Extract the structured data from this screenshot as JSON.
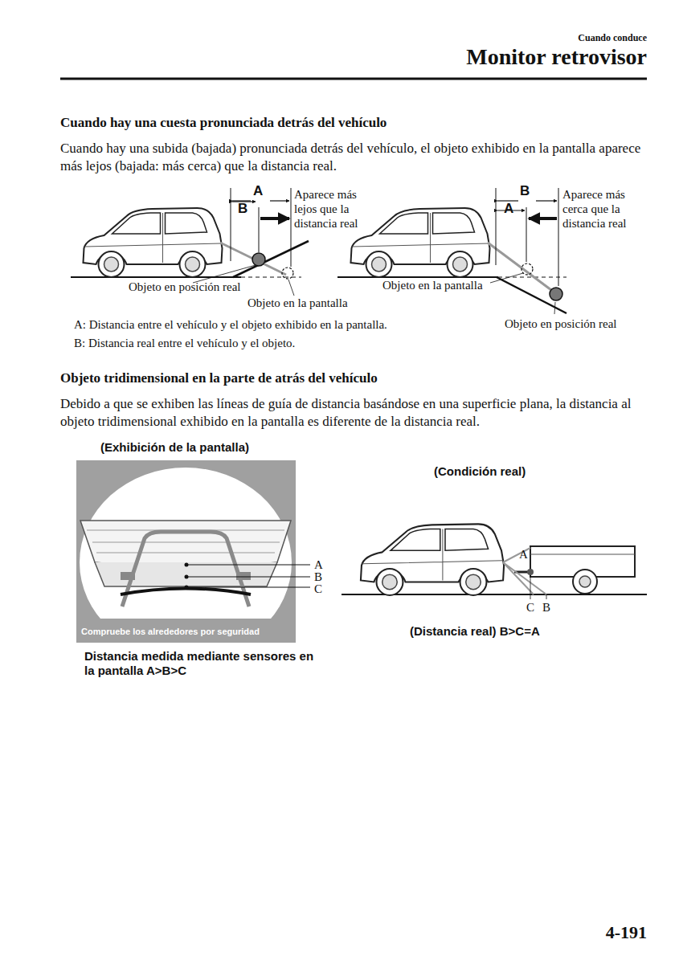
{
  "diagram": {
    "title": "Monitor retrovisor",
    "nodes": [
      {
        "text": [
          "Compruebe los alrededores por seguridad"
        ]
      }
    ],
    "labels": [
      "Cuando conduce",
      "Cuando hay una cuesta pronunciada detrás del vehículo",
      "Cuando hay una subida (bajada) pronunciada detrás del vehículo, el objeto exhibido en la pantalla aparece más lejos (bajada: más cerca) que la distancia real.",
      "A",
      "B",
      "Aparece más lejos que la distancia real",
      "Objeto en posición real",
      "Objeto en la pantalla",
      "B",
      "A",
      "Aparece más cerca que la distancia real",
      "Objeto en la pantalla",
      "Objeto en posición real",
      "A: Distancia entre el vehículo y el objeto exhibido en la pantalla.",
      "B: Distancia real entre el vehículo y el objeto.",
      "Objeto tridimensional en la parte de atrás del vehículo",
      "Debido a que se exhiben las líneas de guía de distancia basándose en una superficie plana, la distancia al objeto tridimensional exhibido en la pantalla es diferente de la distancia real.",
      "(Exhibición de la pantalla)",
      "A",
      "B",
      "C",
      "Distancia medida mediante sensores en la pantalla A>B>C",
      "(Condición real)",
      "A",
      "C",
      "B",
      "(Distancia real) B>C=A",
      "4-191"
    ]
  }
}
